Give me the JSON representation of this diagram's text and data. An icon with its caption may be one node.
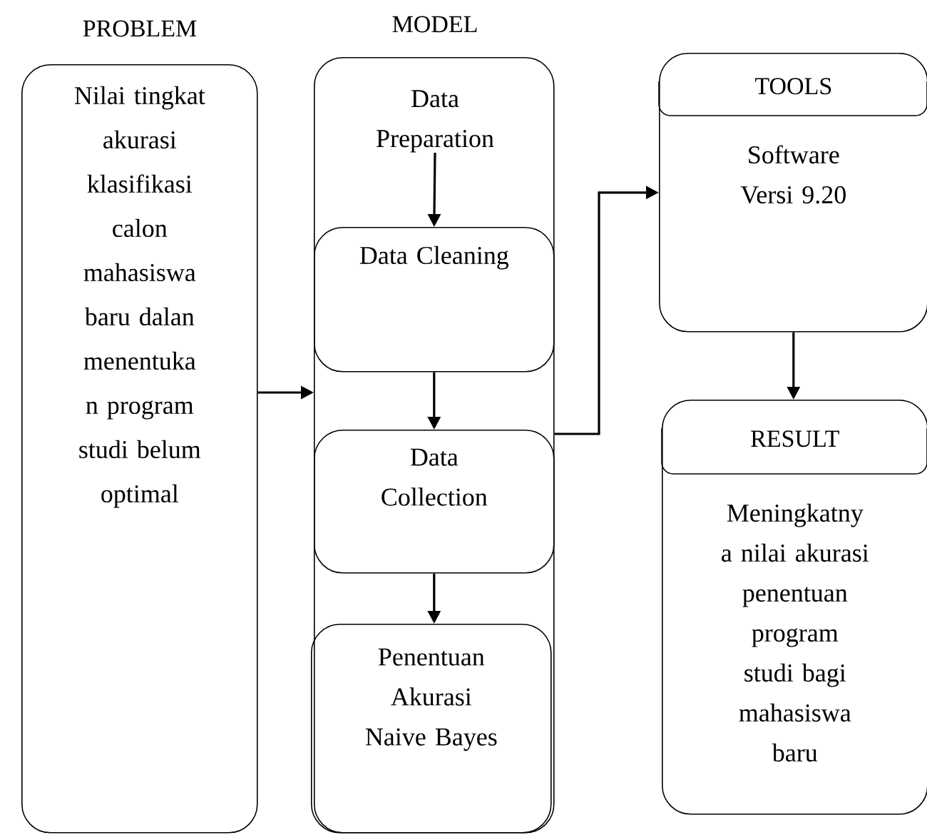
{
  "diagram": {
    "nodes": [
      {
        "text": [
          "PROBLEM",
          "Nilai tingkat akurasi klasifikasi calon mahasiswa baru dalan menentuka n program studi belum optimal"
        ]
      },
      {
        "text": [
          "MODEL"
        ]
      },
      {
        "text": [
          "Data Preparation"
        ],
        "in": 1
      },
      {
        "text": [
          "Data Cleaning"
        ],
        "in": 1
      },
      {
        "text": [
          "Data Collection"
        ],
        "in": 1
      },
      {
        "text": [
          "Penentuan Akurasi Naive Bayes"
        ],
        "in": 1
      },
      {
        "text": [
          "TOOLS",
          "Software Versi 9.20"
        ]
      },
      {
        "text": [
          "RESULT",
          "Meningkatny a nilai akurasi penentuan program studi bagi mahasiswa baru"
        ]
      }
    ],
    "edges": [
      {
        "from": 0,
        "to": 1,
        "arrow": "to"
      },
      {
        "from": 2,
        "to": 3,
        "arrow": "to"
      },
      {
        "from": 3,
        "to": 4,
        "arrow": "to"
      },
      {
        "from": 4,
        "to": 5,
        "arrow": "to"
      },
      {
        "from": 1,
        "to": 6,
        "arrow": "to"
      },
      {
        "from": 6,
        "to": 7,
        "arrow": "to"
      }
    ]
  }
}
